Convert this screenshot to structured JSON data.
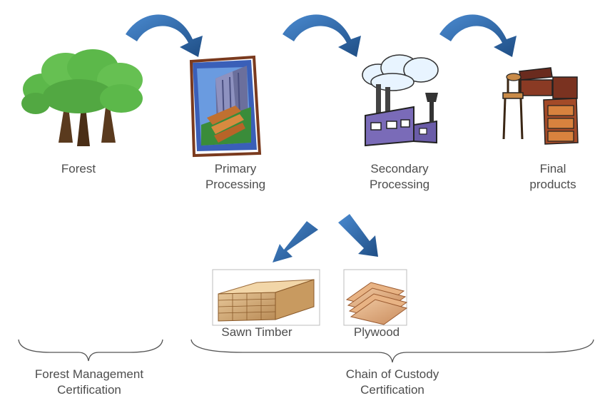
{
  "stages": {
    "forest": "Forest",
    "primary": [
      "Primary",
      "Processing"
    ],
    "secondary": [
      "Secondary",
      "Processing"
    ],
    "final": [
      "Final",
      "products"
    ]
  },
  "products": {
    "sawn_timber": "Sawn Timber",
    "plywood": "Plywood"
  },
  "certifications": {
    "forest_management": [
      "Forest Management",
      "Certification"
    ],
    "chain_of_custody": [
      "Chain of Custody",
      "Certification"
    ]
  },
  "colors": {
    "arrow_blue": "#2f6fb5",
    "arrow_dark": "#1f4e85",
    "tree_green": "#5cb84a",
    "trunk_brown": "#5a3a1e",
    "text_gray": "#4d4d4d"
  },
  "icons": [
    "tree-icon",
    "sawmill-icon",
    "factory-icon",
    "furniture-icon",
    "sawn-timber-icon",
    "plywood-icon",
    "curved-arrow-icon",
    "down-arrow-icon",
    "brace-icon"
  ]
}
